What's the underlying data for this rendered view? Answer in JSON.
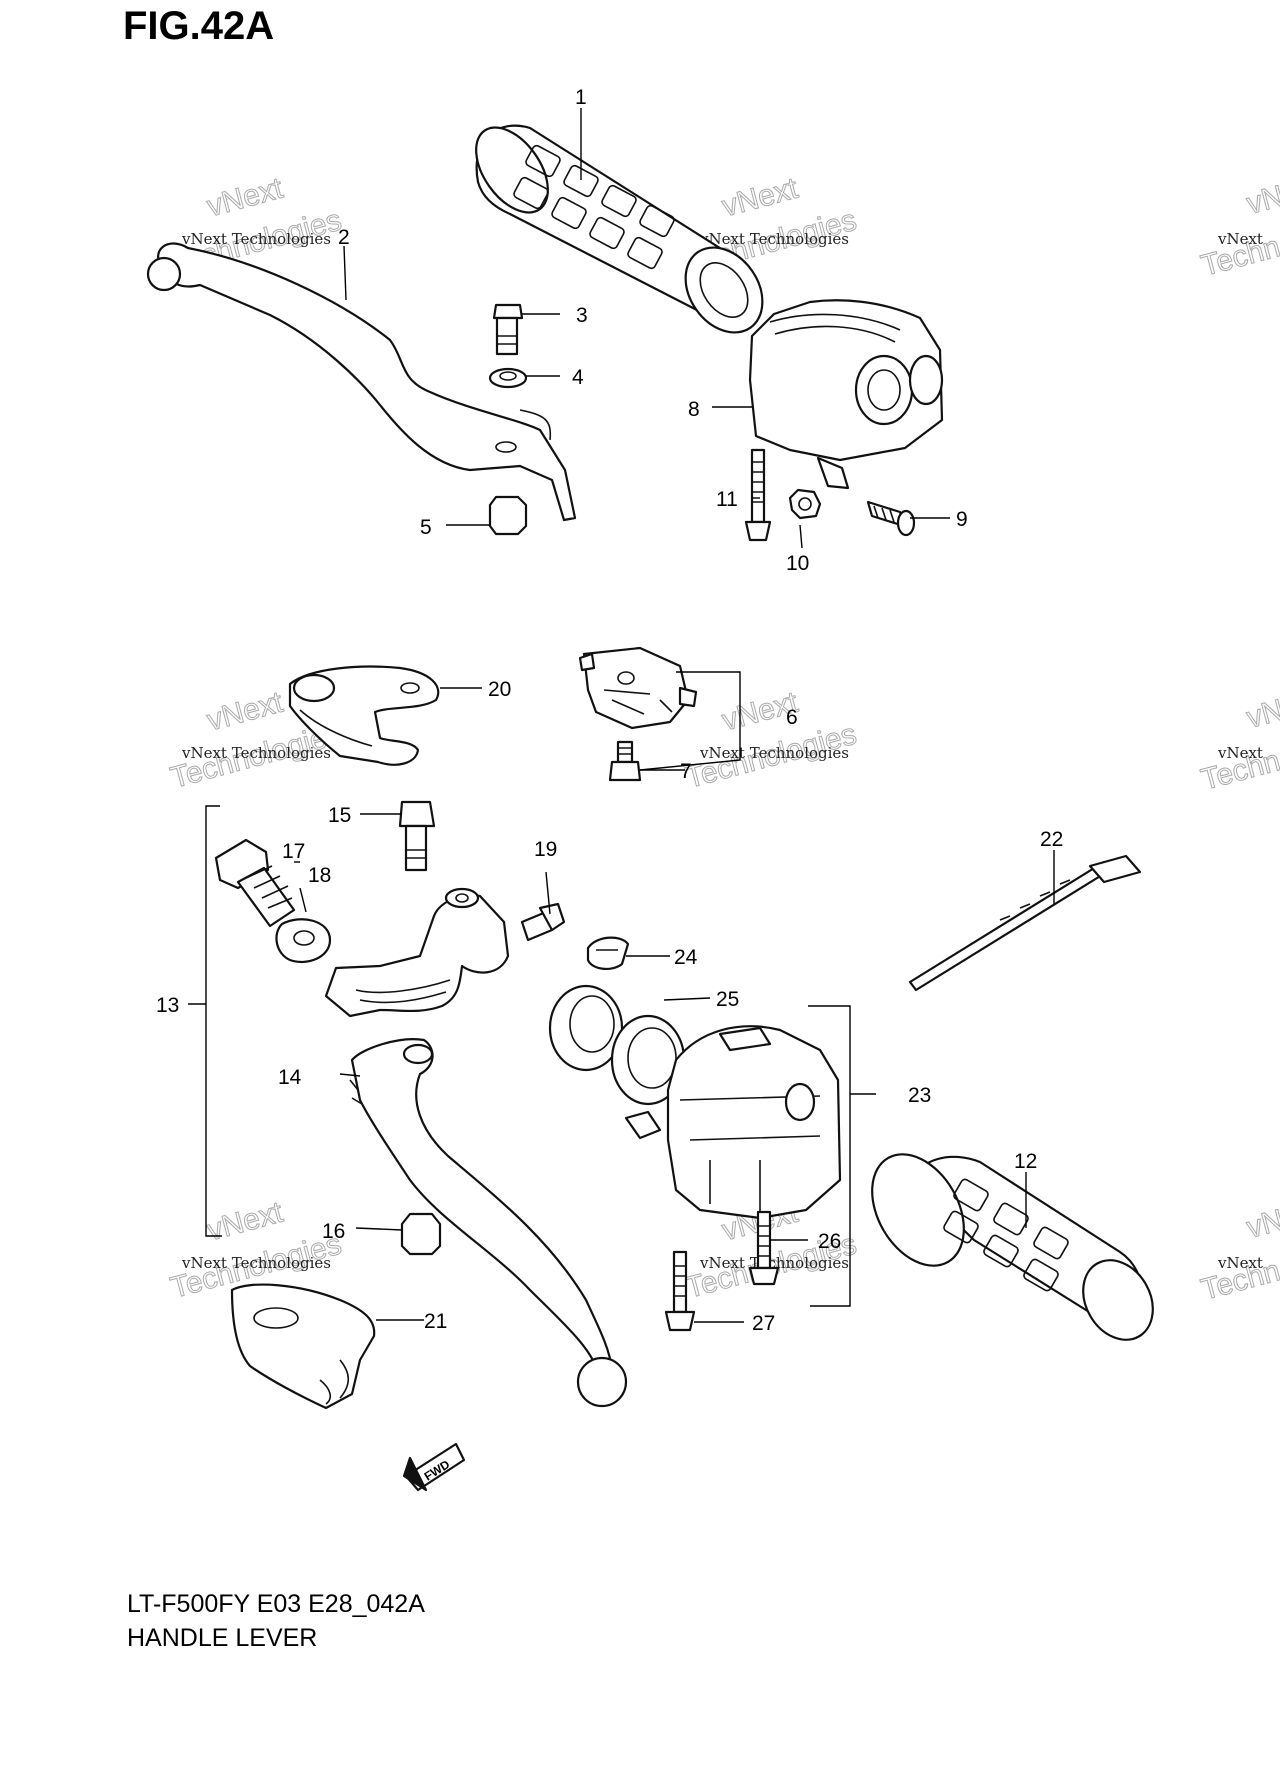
{
  "figure": {
    "title": "FIG.42A",
    "model_code": "LT-F500FY E03 E28_042A",
    "caption": "HANDLE LEVER",
    "fwd_arrow_label": "FWD"
  },
  "watermark": {
    "line1": "vNext Technologies",
    "top": "vNext",
    "bottom": "Technologies",
    "edge_short": "vNext",
    "edge_long": "Techn"
  },
  "callouts": {
    "c1": "1",
    "c2": "2",
    "c3": "3",
    "c4": "4",
    "c5": "5",
    "c6": "6",
    "c7": "7",
    "c8": "8",
    "c9": "9",
    "c10": "10",
    "c11": "11",
    "c12": "12",
    "c13": "13",
    "c14": "14",
    "c15": "15",
    "c16": "16",
    "c17": "17",
    "c18": "18",
    "c19": "19",
    "c20": "20",
    "c21": "21",
    "c22": "22",
    "c23": "23",
    "c24": "24",
    "c25": "25",
    "c26": "26",
    "c27": "27"
  }
}
